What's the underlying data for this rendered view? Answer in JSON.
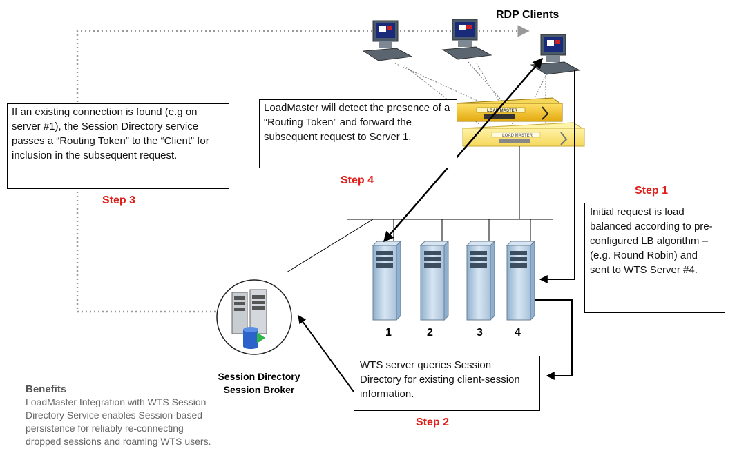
{
  "diagram": {
    "rdp_clients_label": "RDP Clients",
    "step1": {
      "label": "Step 1",
      "text": "Initial request is load balanced according to pre-configured LB algorithm – (e.g. Round Robin) and sent to WTS Server #4."
    },
    "step2": {
      "label": "Step 2",
      "text": "WTS server queries Session Directory for existing client-session information."
    },
    "step3": {
      "label": "Step 3",
      "text": "If an existing connection is found (e.g on server #1), the Session Directory service passes a “Routing Token” to the “Client” for inclusion in the subsequent request."
    },
    "step4": {
      "label": "Step 4",
      "text": "LoadMaster will detect the presence of a “Routing Token” and forward the subsequent request to Server 1."
    },
    "servers": [
      "1",
      "2",
      "3",
      "4"
    ],
    "broker": {
      "line1": "Session Directory",
      "line2": "Session Broker"
    },
    "appliance_label": "LOAD MASTER",
    "benefits": {
      "title": "Benefits",
      "text": "LoadMaster Integration with WTS Session Directory Service enables Session-based persistence for reliably re-connecting dropped sessions and roaming WTS users."
    },
    "colors": {
      "step_red": "#e0201b",
      "appliance_yellow": "#f2c21b",
      "server_blue": "#bcd2e6"
    }
  }
}
